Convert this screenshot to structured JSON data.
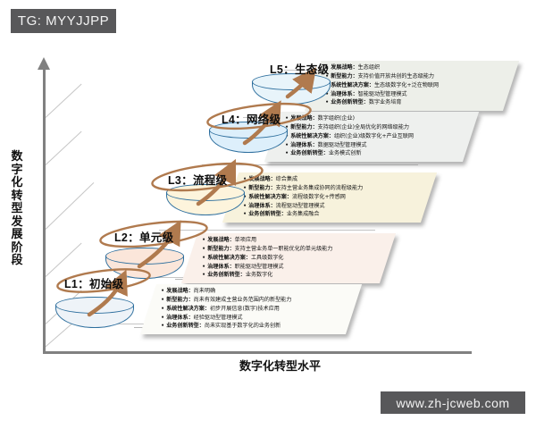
{
  "watermarks": {
    "top": "TG: MYYJJPP",
    "bottom": "www.zh-jcweb.com"
  },
  "axes": {
    "y_label": "数字化转型发展阶段",
    "x_label": "数字化转型水平"
  },
  "levels": [
    {
      "id": "L1",
      "label": "L1：初始级",
      "cylinder_color": "#eef3f8",
      "panel_color": "#fbfbf7",
      "items": [
        {
          "key": "发展战略：",
          "value": "尚未明确"
        },
        {
          "key": "新型能力：",
          "value": "尚未有效建成主营业务范围内的新型能力"
        },
        {
          "key": "系统性解决方案：",
          "value": "初步开展信息(数字)技术应用"
        },
        {
          "key": "治理体系：",
          "value": "经验驱动型管理模式"
        },
        {
          "key": "业务创新转型：",
          "value": "尚未实现基于数字化的业务创新"
        }
      ]
    },
    {
      "id": "L2",
      "label": "L2：单元级",
      "cylinder_color": "#fbe6da",
      "panel_color": "#faf0ea",
      "items": [
        {
          "key": "发展战略：",
          "value": "单项应用"
        },
        {
          "key": "新型能力：",
          "value": "支持主营业务单一职能优化的单元级能力"
        },
        {
          "key": "系统性解决方案：",
          "value": "工具级数字化"
        },
        {
          "key": "治理体系：",
          "value": "职能驱动型管理模式"
        },
        {
          "key": "业务创新转型：",
          "value": "业务数字化"
        }
      ]
    },
    {
      "id": "L3",
      "label": "L3：流程级",
      "cylinder_color": "#fdf4dc",
      "panel_color": "#f7f2dc",
      "items": [
        {
          "key": "发展战略：",
          "value": "综合集成"
        },
        {
          "key": "新型能力：",
          "value": "支持主营业务集成协同的流程级能力"
        },
        {
          "key": "系统性解决方案：",
          "value": "流程级数字化+传感网"
        },
        {
          "key": "治理体系：",
          "value": "流程驱动型管理模式"
        },
        {
          "key": "业务创新转型：",
          "value": "业务集成融合"
        }
      ]
    },
    {
      "id": "L4",
      "label": "L4：网络级",
      "cylinder_color": "#ddeffb",
      "panel_color": "#eef0ee",
      "items": [
        {
          "key": "发展战略：",
          "value": "数字组织(企业)"
        },
        {
          "key": "新型能力：",
          "value": "支持组织(企业)全局优化的网络级能力"
        },
        {
          "key": "系统性解决方案：",
          "value": "组织(企业)级数字化+产业互联网"
        },
        {
          "key": "治理体系：",
          "value": "数据驱动型管理模式"
        },
        {
          "key": "业务创新转型：",
          "value": "业务模式创新"
        }
      ]
    },
    {
      "id": "L5",
      "label": "L5：生态级",
      "cylinder_color": "#e8f4fa",
      "panel_color": "#edefe9",
      "items": [
        {
          "key": "发展战略：",
          "value": "生态组织"
        },
        {
          "key": "新型能力：",
          "value": "支持价值开放共创的生态级能力"
        },
        {
          "key": "系统性解决方案：",
          "value": "生态级数字化+泛在物联网"
        },
        {
          "key": "治理体系：",
          "value": "智能驱动型管理模式"
        },
        {
          "key": "业务创新转型：",
          "value": "数字业务培育"
        }
      ]
    }
  ]
}
